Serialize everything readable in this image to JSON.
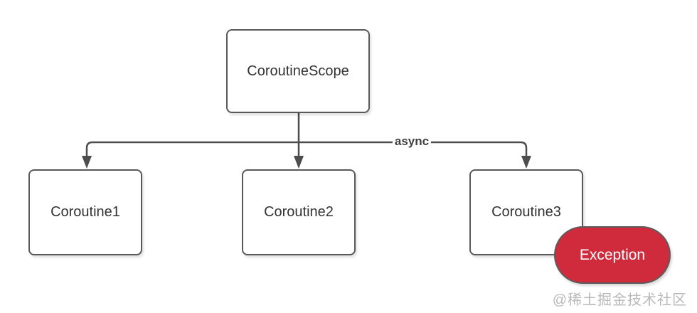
{
  "diagram": {
    "root": {
      "label": "CoroutineScope"
    },
    "edge_label": "async",
    "children": [
      {
        "label": "Coroutine1"
      },
      {
        "label": "Coroutine2"
      },
      {
        "label": "Coroutine3"
      }
    ],
    "exception": {
      "label": "Exception"
    },
    "colors": {
      "node_border": "#595959",
      "connector": "#4d4d4d",
      "node_text": "#333333",
      "edge_label_text": "#3f3f3f",
      "exception_fill": "#cf2b3c",
      "exception_text": "#ffffff",
      "watermark_text": "#b9b9b9",
      "background": "#ffffff"
    }
  },
  "watermark": {
    "text": "@稀土掘金技术社区"
  }
}
